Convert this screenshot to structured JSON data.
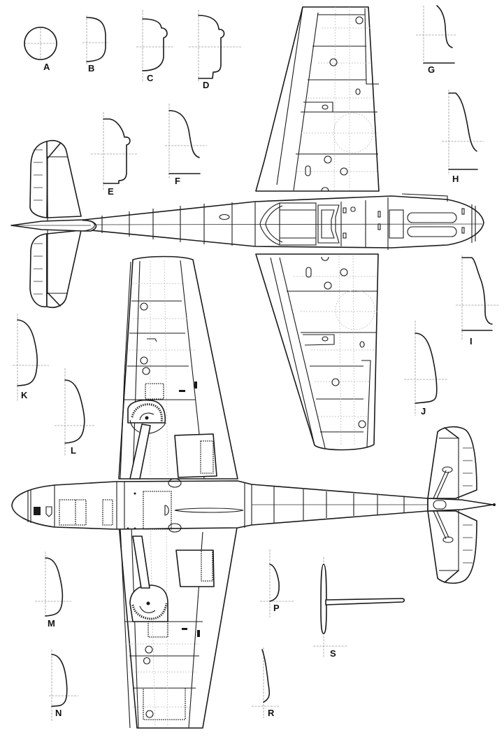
{
  "drawing": {
    "type": "aircraft-technical-line-drawing",
    "views": [
      "top-view",
      "bottom-view"
    ],
    "background_color": "#ffffff",
    "line_color": "#1a1a1a",
    "grid_color": "#b8b8b8"
  },
  "sections": {
    "A": {
      "label": "A"
    },
    "B": {
      "label": "B"
    },
    "C": {
      "label": "C"
    },
    "D": {
      "label": "D"
    },
    "E": {
      "label": "E"
    },
    "F": {
      "label": "F"
    },
    "G": {
      "label": "G"
    },
    "H": {
      "label": "H"
    },
    "I": {
      "label": "I"
    },
    "J": {
      "label": "J"
    },
    "K": {
      "label": "K"
    },
    "L": {
      "label": "L"
    },
    "M": {
      "label": "M"
    },
    "N": {
      "label": "N"
    },
    "P": {
      "label": "P"
    },
    "R": {
      "label": "R"
    },
    "S": {
      "label": "S"
    }
  }
}
